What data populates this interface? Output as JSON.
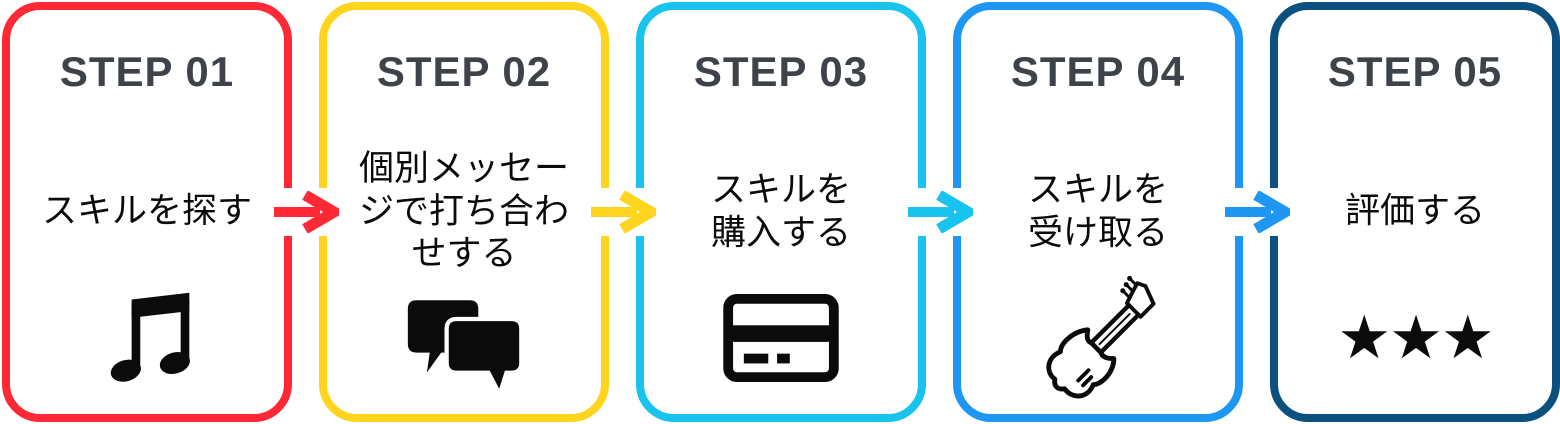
{
  "steps": [
    {
      "header": "STEP 01",
      "label": "スキルを探す",
      "icon": "music-note-icon",
      "color": "#FF2936"
    },
    {
      "header": "STEP 02",
      "label": "個別メッセー\nジで打ち合わ\nせする",
      "icon": "chat-bubbles-icon",
      "color": "#FFD41E"
    },
    {
      "header": "STEP 03",
      "label": "スキルを\n購入する",
      "icon": "credit-card-icon",
      "color": "#18C4EE"
    },
    {
      "header": "STEP 04",
      "label": "スキルを\n受け取る",
      "icon": "electric-guitar-icon",
      "color": "#1E97F3"
    },
    {
      "header": "STEP 05",
      "label": "評価する",
      "icon": "star-rating-icon",
      "color": "#0B507E"
    }
  ],
  "arrows": [
    {
      "color": "#FF2936"
    },
    {
      "color": "#FFD41E"
    },
    {
      "color": "#18C4EE"
    },
    {
      "color": "#1E97F3"
    }
  ],
  "icons": {
    "stars": "★★★"
  },
  "colors": {
    "heading": "#3E434A",
    "text": "#0A0A0A",
    "background": "#FFFFFF"
  }
}
